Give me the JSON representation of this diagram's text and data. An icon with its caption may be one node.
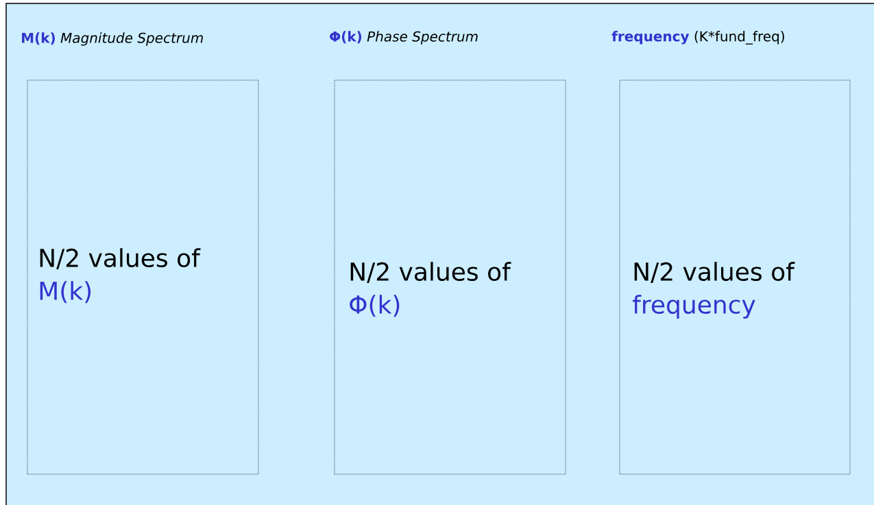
{
  "diagram": {
    "nodes": [
      {
        "text": [],
        "shape": "box"
      },
      {
        "text": [
          "M(k)",
          "Magnitude Spectrum",
          "N/2 values of",
          "M(k)"
        ],
        "in": 0
      },
      {
        "text": [
          "Φ(k)",
          "Phase Spectrum",
          "N/2 values of",
          "Φ(k)"
        ],
        "in": 0
      },
      {
        "text": [
          "frequency",
          "(K*fund_freq)",
          "N/2 values of",
          "frequency"
        ],
        "in": 0
      }
    ]
  }
}
